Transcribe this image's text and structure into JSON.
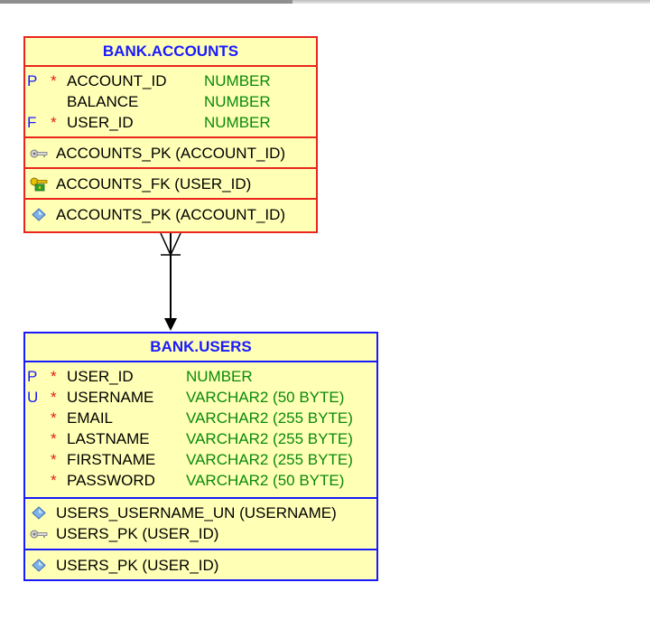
{
  "accounts": {
    "title": "BANK.ACCOUNTS",
    "columns": [
      {
        "key": "P",
        "required": "*",
        "name": "ACCOUNT_ID",
        "type": "NUMBER"
      },
      {
        "key": "",
        "required": "",
        "name": "BALANCE",
        "type": "NUMBER"
      },
      {
        "key": "F",
        "required": "*",
        "name": "USER_ID",
        "type": "NUMBER"
      }
    ],
    "primary_key": "ACCOUNTS_PK (ACCOUNT_ID)",
    "foreign_key": "ACCOUNTS_FK (USER_ID)",
    "index": "ACCOUNTS_PK (ACCOUNT_ID)"
  },
  "users": {
    "title": "BANK.USERS",
    "columns": [
      {
        "key": "P",
        "required": "*",
        "name": "USER_ID",
        "type": "NUMBER"
      },
      {
        "key": "U",
        "required": "*",
        "name": "USERNAME",
        "type": "VARCHAR2 (50 BYTE)"
      },
      {
        "key": "",
        "required": "*",
        "name": "EMAIL",
        "type": "VARCHAR2 (255 BYTE)"
      },
      {
        "key": "",
        "required": "*",
        "name": "LASTNAME",
        "type": "VARCHAR2 (255 BYTE)"
      },
      {
        "key": "",
        "required": "*",
        "name": "FIRSTNAME",
        "type": "VARCHAR2 (255 BYTE)"
      },
      {
        "key": "",
        "required": "*",
        "name": "PASSWORD",
        "type": "VARCHAR2 (50 BYTE)"
      }
    ],
    "unique_index": "USERS_USERNAME_UN (USERNAME)",
    "primary_key": "USERS_PK (USER_ID)",
    "index": "USERS_PK (USER_ID)"
  },
  "colors": {
    "entity_fill": "#ffffb6",
    "accounts_border": "#e8261f",
    "users_border": "#1a1aff",
    "column_type": "#0a8a0a",
    "key_letter": "#1a1aff",
    "required_mark": "#e21c1c"
  },
  "icons": [
    "pk-key-icon",
    "fk-key-icon",
    "index-diamond-icon"
  ]
}
